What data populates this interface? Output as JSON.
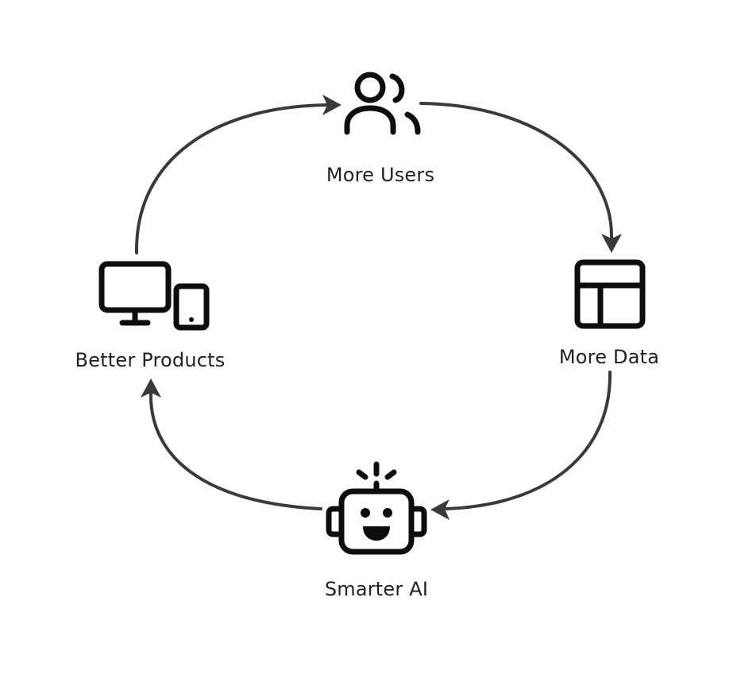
{
  "nodes": [
    {
      "id": "users",
      "label": "More Users",
      "icon": "users-icon"
    },
    {
      "id": "data",
      "label": "More Data",
      "icon": "table-icon"
    },
    {
      "id": "ai",
      "label": "Smarter AI",
      "icon": "robot-icon"
    },
    {
      "id": "products",
      "label": "Better Products",
      "icon": "devices-icon"
    }
  ],
  "edges": [
    {
      "from": "users",
      "to": "data"
    },
    {
      "from": "data",
      "to": "ai"
    },
    {
      "from": "ai",
      "to": "products"
    },
    {
      "from": "products",
      "to": "users"
    }
  ],
  "colors": {
    "icon": "#0d0d0d",
    "arrow": "#3a3a3a",
    "text": "#222222",
    "background": "#ffffff"
  }
}
